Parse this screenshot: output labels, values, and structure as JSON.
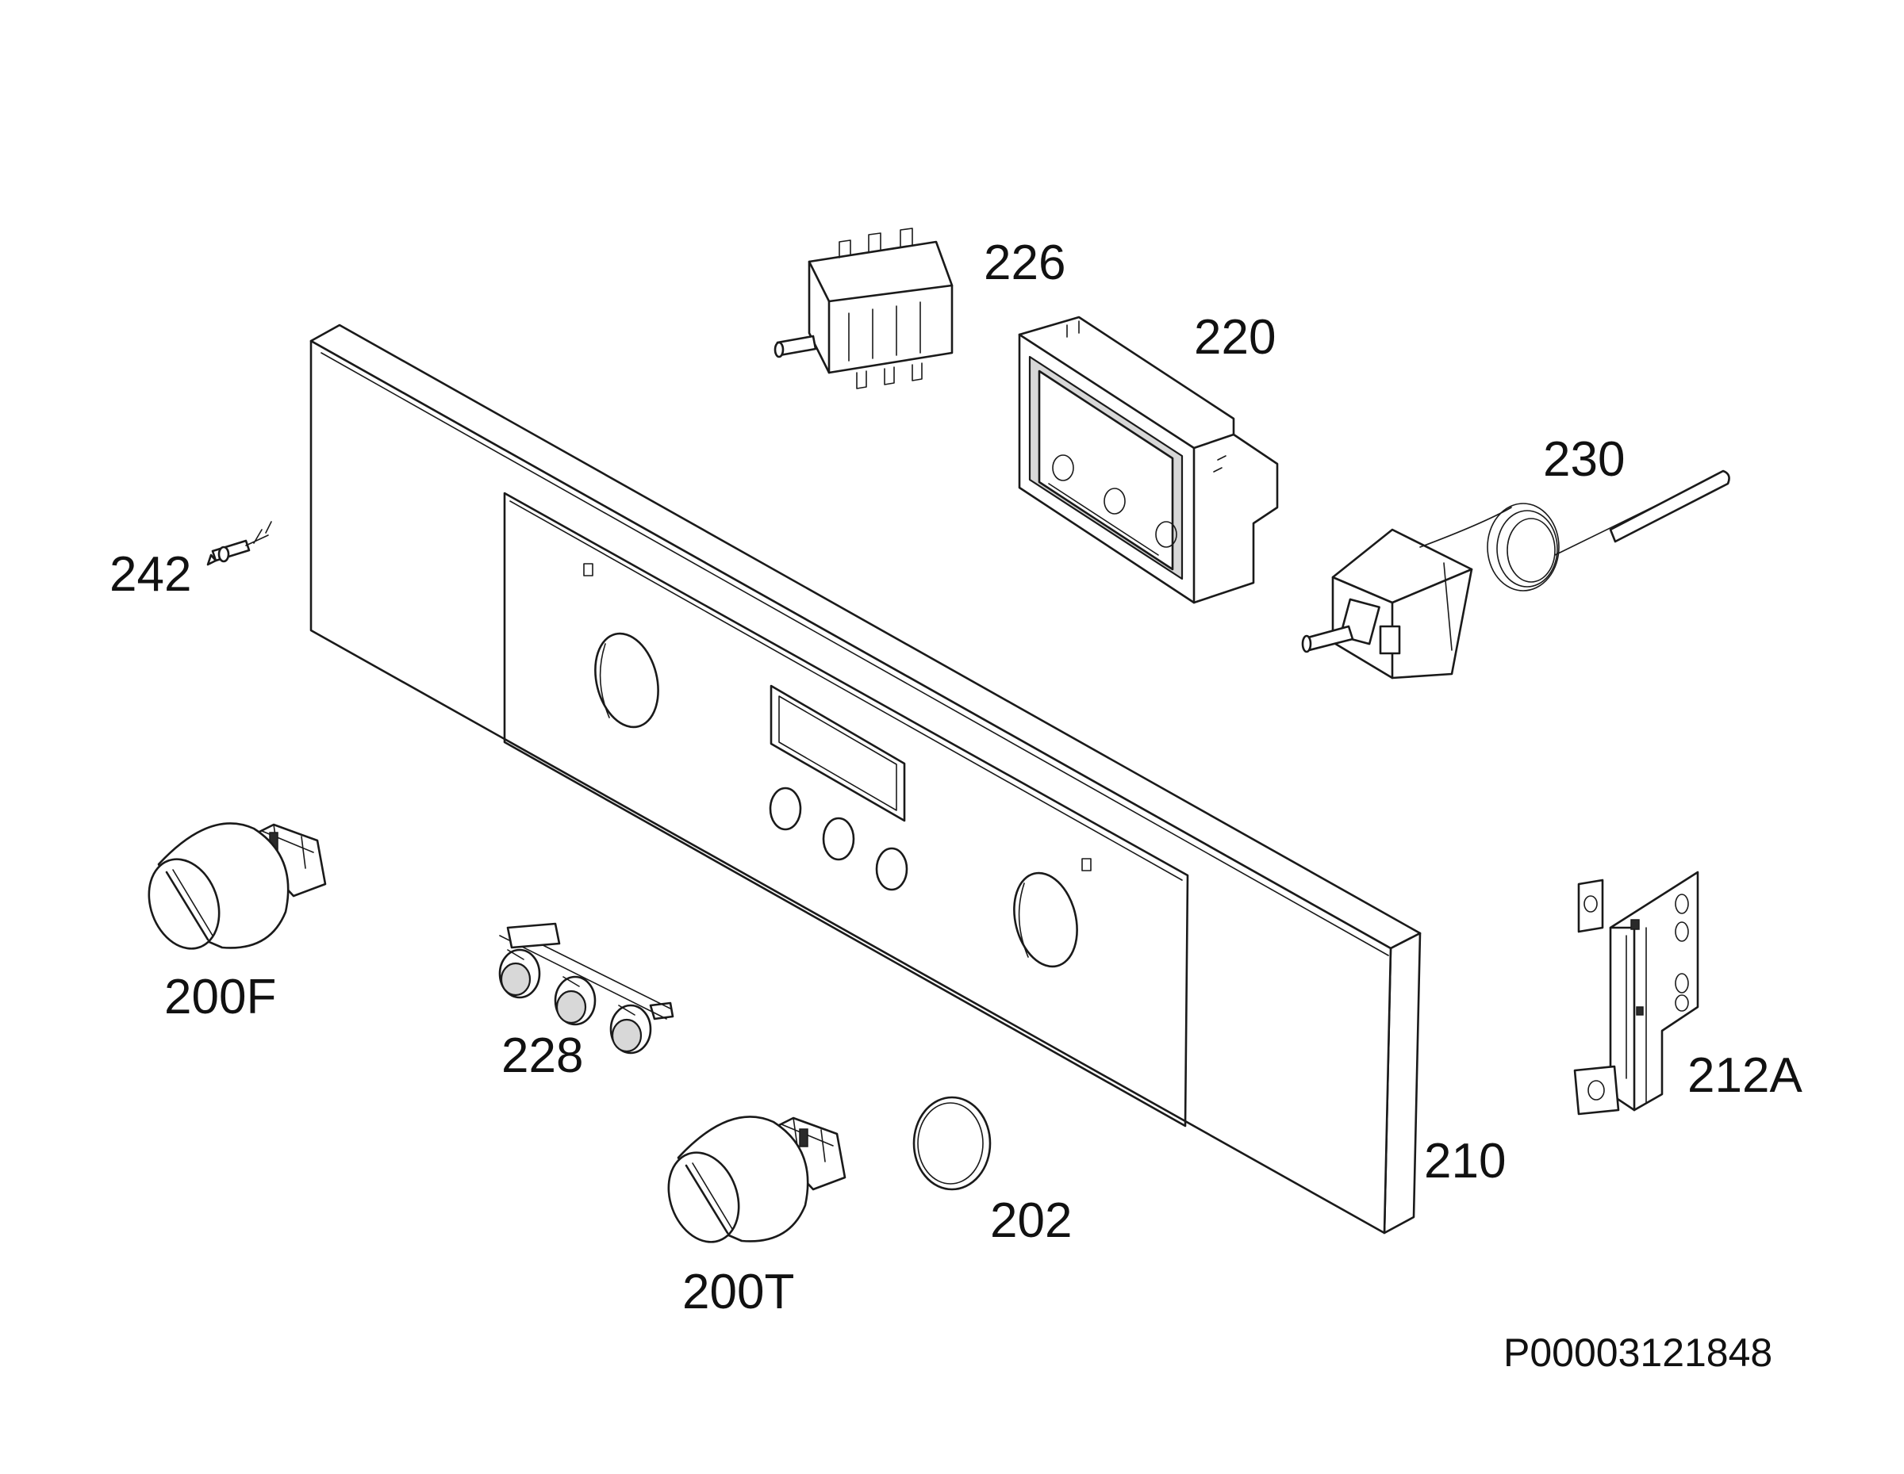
{
  "labels": {
    "p226": "226",
    "p220": "220",
    "p230": "230",
    "p242": "242",
    "p200F": "200F",
    "p228": "228",
    "p200T": "200T",
    "p202": "202",
    "p210": "210",
    "p212A": "212A"
  },
  "drawing_code": "P00003121848"
}
